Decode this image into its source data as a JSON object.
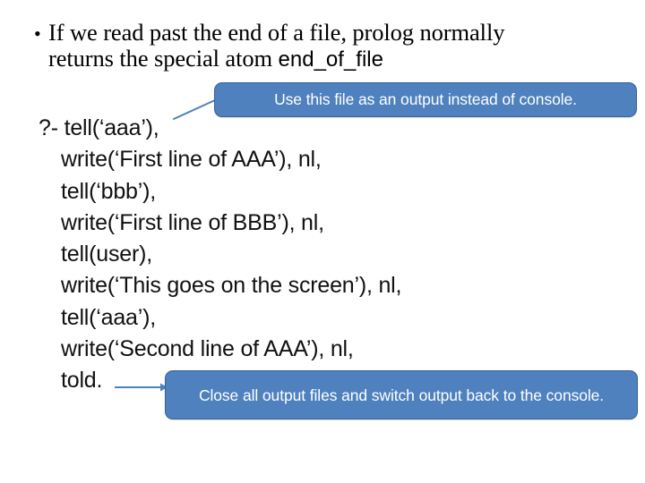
{
  "slide": {
    "background_color": "#ffffff",
    "accent_color": "#4e81bd",
    "accent_border_color": "#3a6295",
    "text_color": "#000000"
  },
  "bullet": {
    "marker": "•",
    "line1": "If we read past the end of a file, prolog normally",
    "line2_prefix": "returns the special atom ",
    "line2_atom": "end_of_file"
  },
  "code": {
    "lines": [
      {
        "text": "?- tell(‘aaa’),",
        "indent": false
      },
      {
        "text": "write(‘First line of AAA’), nl,",
        "indent": true
      },
      {
        "text": "tell(‘bbb’),",
        "indent": true
      },
      {
        "text": "write(‘First line of BBB’), nl,",
        "indent": true
      },
      {
        "text": "tell(user),",
        "indent": true
      },
      {
        "text": "write(‘This goes on the screen’), nl,",
        "indent": true
      },
      {
        "text": "tell(‘aaa’),",
        "indent": true
      },
      {
        "text": "write(‘Second line of AAA’), nl,",
        "indent": true
      },
      {
        "text": "told.",
        "indent": true
      }
    ]
  },
  "callouts": {
    "output": {
      "text": "Use this file as an output instead of console."
    },
    "close": {
      "text": "Close all output files and switch output back to the console."
    }
  }
}
